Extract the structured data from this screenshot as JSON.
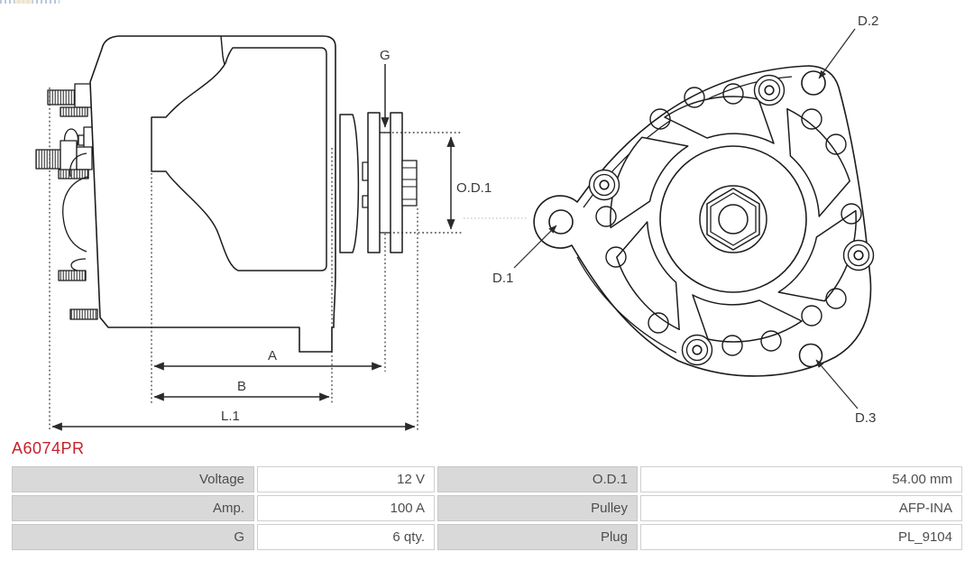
{
  "part_number": "A6074PR",
  "side_view": {
    "label_g": "G",
    "label_od1": "O.D.1",
    "label_a": "A",
    "label_b": "B",
    "label_l1": "L.1"
  },
  "end_view": {
    "label_d1": "D.1",
    "label_d2": "D.2",
    "label_d3": "D.3"
  },
  "specs": {
    "rows": [
      {
        "cells": [
          "Voltage",
          "12 V",
          "O.D.1",
          "54.00 mm"
        ]
      },
      {
        "cells": [
          "Amp.",
          "100 A",
          "Pulley",
          "AFP-INA"
        ]
      },
      {
        "cells": [
          "G",
          "6 qty.",
          "Plug",
          "PL_9104"
        ]
      }
    ]
  },
  "colors": {
    "part_number": "#c4232b",
    "spec_label_bg": "#d9d9d9",
    "spec_border": "#c6c6c6",
    "line": "#1c1c1c"
  }
}
